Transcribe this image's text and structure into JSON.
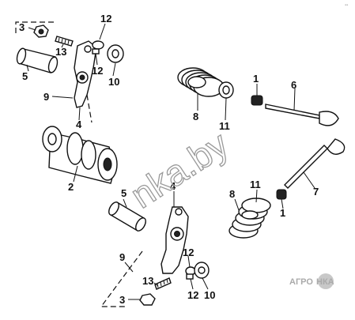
{
  "diagram": {
    "callouts": {
      "c3_top": "3",
      "c13_top": "13",
      "c12_top_a": "12",
      "c12_top_b": "12",
      "c10_top": "10",
      "c5_top": "5",
      "c9_top": "9",
      "c4_top": "4",
      "c2": "2",
      "c5_mid": "5",
      "c4_mid": "4",
      "c8_top": "8",
      "c11_top": "11",
      "c1_top": "1",
      "c6": "6",
      "c8_low": "8",
      "c11_low": "11",
      "c7": "7",
      "c1_low": "1",
      "c9_low": "9",
      "c12_low_a": "12",
      "c13_low": "13",
      "c12_low_b": "12",
      "c3_low": "3",
      "c10_low": "10"
    },
    "watermark": "nka.by",
    "brand_logo": {
      "left": "АГРО",
      "right": "НКА"
    },
    "corner_mark": "▪▪"
  }
}
